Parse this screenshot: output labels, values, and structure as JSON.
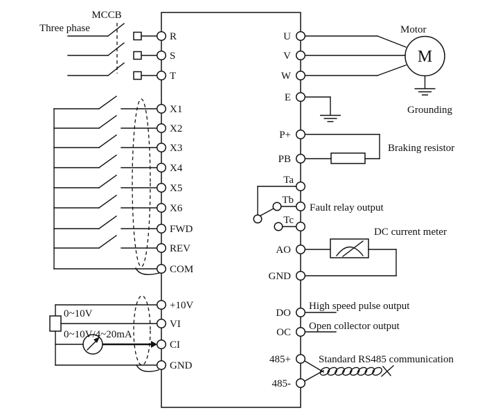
{
  "power_input": {
    "phase_label": "Three phase",
    "breaker_label": "MCCB",
    "terminals": [
      "R",
      "S",
      "T"
    ]
  },
  "digital_inputs": {
    "terminals": [
      "X1",
      "X2",
      "X3",
      "X4",
      "X5",
      "X6",
      "FWD",
      "REV",
      "COM"
    ]
  },
  "analog_inputs": {
    "terminals": [
      "+10V",
      "VI",
      "CI",
      "GND"
    ],
    "vi_range_label": "0~10V",
    "ci_range_label": "0~10V/4~20mA"
  },
  "motor_output": {
    "terminals": [
      "U",
      "V",
      "W",
      "E"
    ],
    "motor_label": "Motor",
    "motor_symbol": "M",
    "grounding_label": "Grounding"
  },
  "braking": {
    "terminals": [
      "P+",
      "PB"
    ],
    "label": "Braking resistor"
  },
  "fault_relay": {
    "terminals": [
      "Ta",
      "Tb",
      "Tc"
    ],
    "label": "Fault relay output"
  },
  "analog_output": {
    "terminals": [
      "AO",
      "GND"
    ],
    "label": "DC current meter"
  },
  "digital_outputs": {
    "do_terminal": "DO",
    "do_label": "High speed pulse output",
    "oc_terminal": "OC",
    "oc_label": "Open collector output"
  },
  "communication": {
    "terminals": [
      "485+",
      "485-"
    ],
    "label": "Standard RS485 communication"
  }
}
